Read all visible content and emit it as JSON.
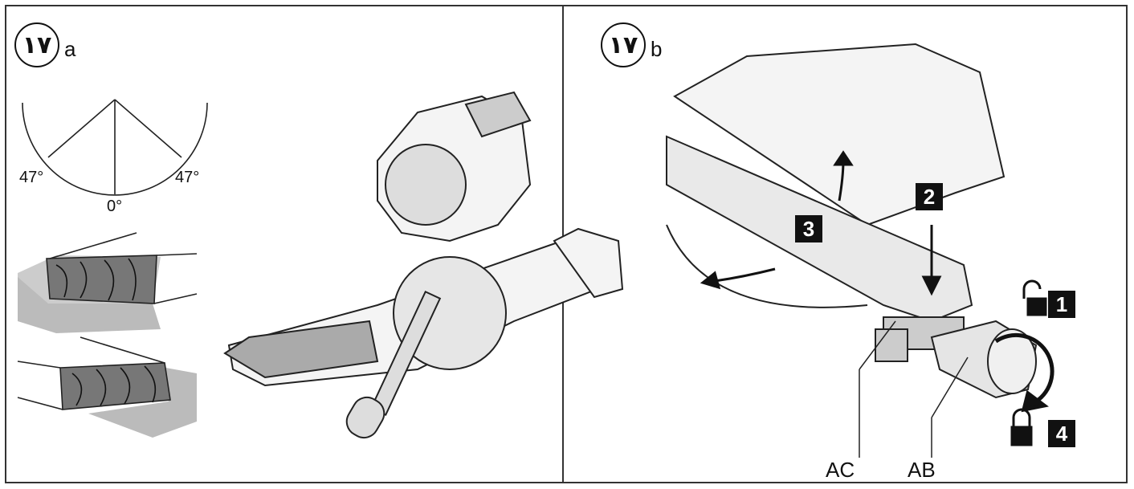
{
  "panel_a": {
    "badge": "١٧",
    "letter": "a",
    "angle_left": "47°",
    "angle_center": "0°",
    "angle_right": "47°"
  },
  "panel_b": {
    "badge": "١٧",
    "letter": "b",
    "step_1": "1",
    "step_2": "2",
    "step_3": "3",
    "step_4": "4",
    "label_ac": "AC",
    "label_ab": "AB"
  },
  "icons": [
    "unlock-icon",
    "lock-icon",
    "rotate-arrow-icon"
  ]
}
